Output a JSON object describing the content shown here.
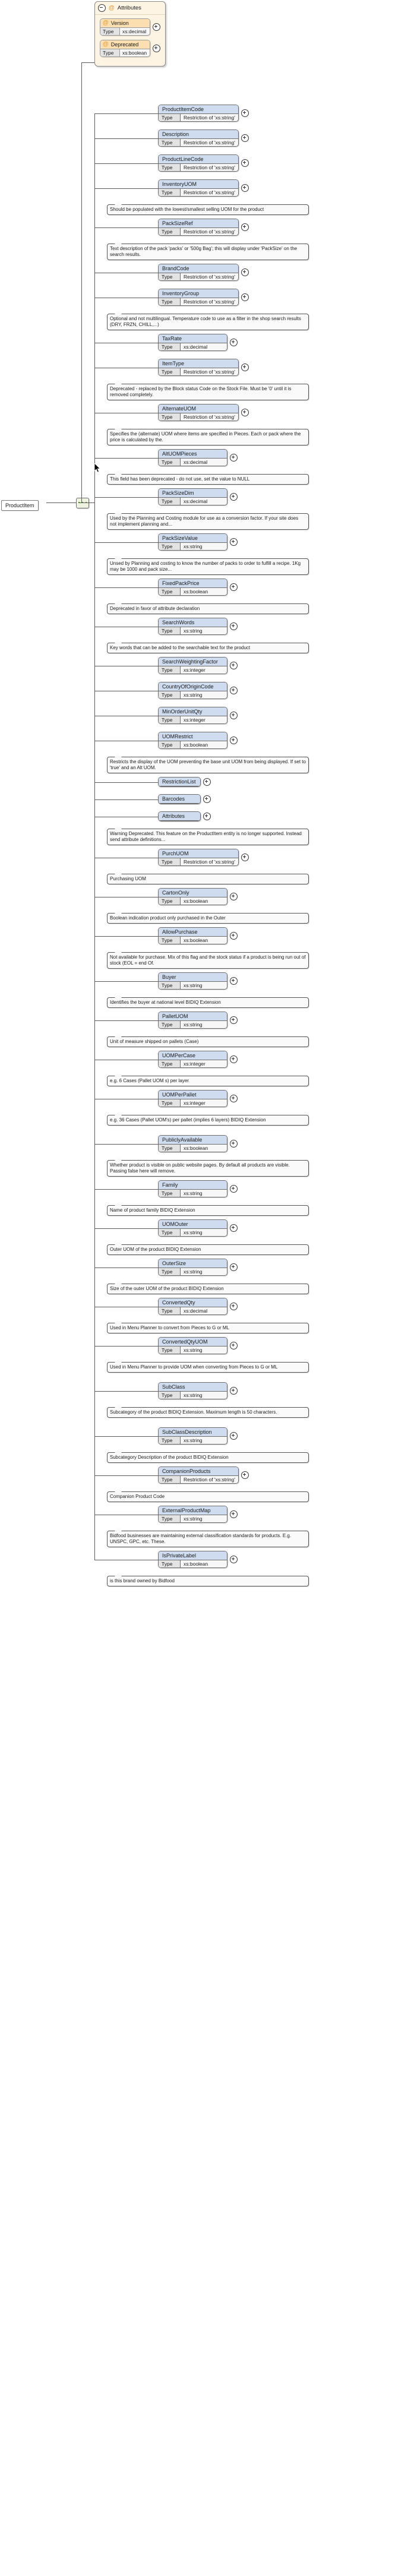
{
  "root": {
    "label": "ProductItem"
  },
  "attributes_group": {
    "label": "Attributes",
    "icon": "at-icon",
    "collapse_icon": "minus-icon",
    "items": [
      {
        "name": "Version",
        "type_key": "Type",
        "type_value": "xs:decimal"
      },
      {
        "name": "Deprecated",
        "type_key": "Type",
        "type_value": "xs:boolean"
      }
    ]
  },
  "type_key": "Type",
  "elements": [
    {
      "name": "ProductItemCode",
      "type": "Restriction of 'xs:string'",
      "doc": null
    },
    {
      "name": "Description",
      "type": "Restriction of 'xs:string'",
      "doc": null
    },
    {
      "name": "ProductLineCode",
      "type": "Restriction of 'xs:string'",
      "doc": null
    },
    {
      "name": "InventoryUOM",
      "type": "Restriction of 'xs:string'",
      "doc": "Should be populated with the lowest/smallest selling UOM for the product"
    },
    {
      "name": "PackSizeRef",
      "type": "Restriction of 'xs:string'",
      "doc": "Text description of the pack 'packs' or '500g Bag'; this will display under 'PackSize' on the search results."
    },
    {
      "name": "BrandCode",
      "type": "Restriction of 'xs:string'",
      "doc": null
    },
    {
      "name": "InventoryGroup",
      "type": "Restriction of 'xs:string'",
      "doc": "Optional and not multilingual. Temperature code to use as a filter in the shop search results (DRY, FRZN, CHILL,...)"
    },
    {
      "name": "TaxRate",
      "type": "xs:decimal",
      "doc": null
    },
    {
      "name": "ItemType",
      "type": "Restriction of 'xs:string'",
      "doc": "Deprecated - replaced by the Block status Code on the Stock File. Must be '0' until it is removed completely."
    },
    {
      "name": "AlternateUOM",
      "type": "Restriction of 'xs:string'",
      "doc": "Specifies the (alternate) UOM where items are specified in Pieces. Each or pack where the price is calculated by the."
    },
    {
      "name": "AltUOMPieces",
      "type": "xs:decimal",
      "doc": "This field has been deprecated - do not use, set the value to NULL"
    },
    {
      "name": "PackSizeDim",
      "type": "xs:decimal",
      "doc": "Used by the Planning and Costing module for use as a conversion factor. If your site does not implement planning and..."
    },
    {
      "name": "PackSizeValue",
      "type": "xs:string",
      "doc": "Unsed by Planning and costing to know the number of packs to order to fulfill a recipe. 1Kg may be 1000 and pack size..."
    },
    {
      "name": "FixedPackPrice",
      "type": "xs:boolean",
      "doc": "Deprecated in favor of attribute declaration"
    },
    {
      "name": "SearchWords",
      "type": "xs:string",
      "doc": "Key words that can be added to the searchable text for the product"
    },
    {
      "name": "SearchWeightingFactor",
      "type": "xs:integer",
      "doc": null
    },
    {
      "name": "CountryOfOriginCode",
      "type": "xs:string",
      "doc": null
    },
    {
      "name": "MinOrderUnitQty",
      "type": "xs:integer",
      "doc": null
    },
    {
      "name": "UOMRestrict",
      "type": "xs:boolean",
      "doc": "Restricts the display of the UOM preventing the base unit UOM from being displayed. If set to 'true' and an Alt UOM."
    },
    {
      "name": "RestrictionList",
      "type": null,
      "doc": null,
      "collapsed": true
    },
    {
      "name": "Barcodes",
      "type": null,
      "doc": null,
      "collapsed": true
    },
    {
      "name": "Attributes",
      "type": null,
      "doc": "Warning Deprecated. This feature on the ProductItem entity is no longer supported. Instead send attribute definitions...",
      "collapsed": true,
      "is_attr": true
    },
    {
      "name": "PurchUOM",
      "type": "Restriction of 'xs:string'",
      "doc": "Purchasing UOM"
    },
    {
      "name": "CartonOnly",
      "type": "xs:boolean",
      "doc": "Boolean indication product only purchased in the Outer"
    },
    {
      "name": "AllowPurchase",
      "type": "xs:boolean",
      "doc": "Not available for purchase. Mix of this flag and the stock status if a product is being run out of stock (EOL = end Of."
    },
    {
      "name": "Buyer",
      "type": "xs:string",
      "doc": "Identifies the buyer at national level BIDIQ Extension"
    },
    {
      "name": "PalletUOM",
      "type": "xs:string",
      "doc": "Unit of measure shipped on pallets (Case)"
    },
    {
      "name": "UOMPerCase",
      "type": "xs:integer",
      "doc": "e.g. 6 Cases (Pallet UOM s) per layer"
    },
    {
      "name": "UOMPerPallet",
      "type": "xs:integer",
      "doc": "e.g. 36 Cases (Pallet UOM's) per pallet (implies 6 layers) BIDIQ Extension"
    },
    {
      "name": "PubliclyAvailable",
      "type": "xs:boolean",
      "doc": "Whether product is visible on public website pages. By default all products are visible. Passing false here will remove."
    },
    {
      "name": "Family",
      "type": "xs:string",
      "doc": "Name of product family BIDIQ Extension"
    },
    {
      "name": "UOMOuter",
      "type": "xs:string",
      "doc": "Outer UOM of the product BIDIQ Extension"
    },
    {
      "name": "OuterSize",
      "type": "xs:string",
      "doc": "Size of the outer UOM of the product BIDIQ Extension"
    },
    {
      "name": "ConvertedQty",
      "type": "xs:decimal",
      "doc": "Used in Menu Planner to convert from Pieces to G or ML"
    },
    {
      "name": "ConvertedQtyUOM",
      "type": "xs:string",
      "doc": "Used in Menu Planner to provide UOM when converting from Pieces to G or ML"
    },
    {
      "name": "SubClass",
      "type": "xs:string",
      "doc": "Subcategory of the product BIDIQ Extension. Maximum length is 50 characters."
    },
    {
      "name": "SubClassDescription",
      "type": "xs:string",
      "doc": "Subcategory Description of the product BIDIQ Extension"
    },
    {
      "name": "CompanionProducts",
      "type": "Restriction of 'xs:string'",
      "doc": "Companion Product Code"
    },
    {
      "name": "ExternalProductMap",
      "type": "xs:string",
      "doc": "Bidfood businesses are maintaining external classification standards for products. E.g. UNSPC, GPC, etc. These."
    },
    {
      "name": "IsPrivateLabel",
      "type": "xs:boolean",
      "doc": "is this brand owned by Bidfood"
    }
  ]
}
